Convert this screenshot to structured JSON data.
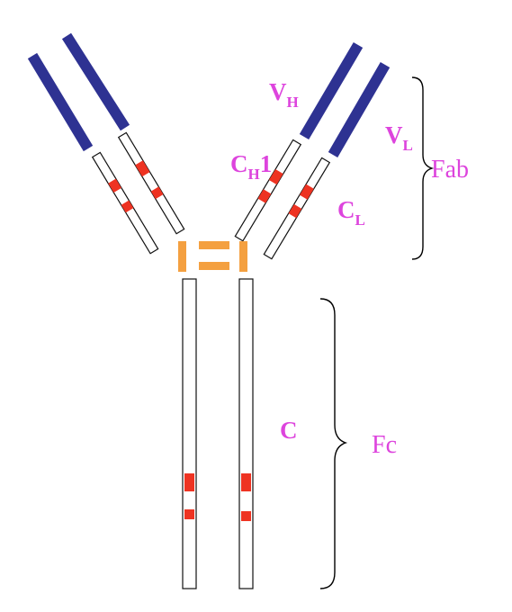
{
  "labels": {
    "vh_main": "V",
    "vh_sub": "H",
    "vl_main": "V",
    "vl_sub": "L",
    "ch1_main": "C",
    "ch1_sub": "H",
    "ch1_suffix": "1",
    "cl_main": "C",
    "cl_sub": "L",
    "c_main": "C",
    "fab": "Fab",
    "fc": "Fc"
  },
  "colors": {
    "variable": "#2e3292",
    "disulfide_intra": "#ee3322",
    "hinge": "#f4a040",
    "label": "#dd44dd",
    "outline": "#111111",
    "brace": "#000000"
  }
}
